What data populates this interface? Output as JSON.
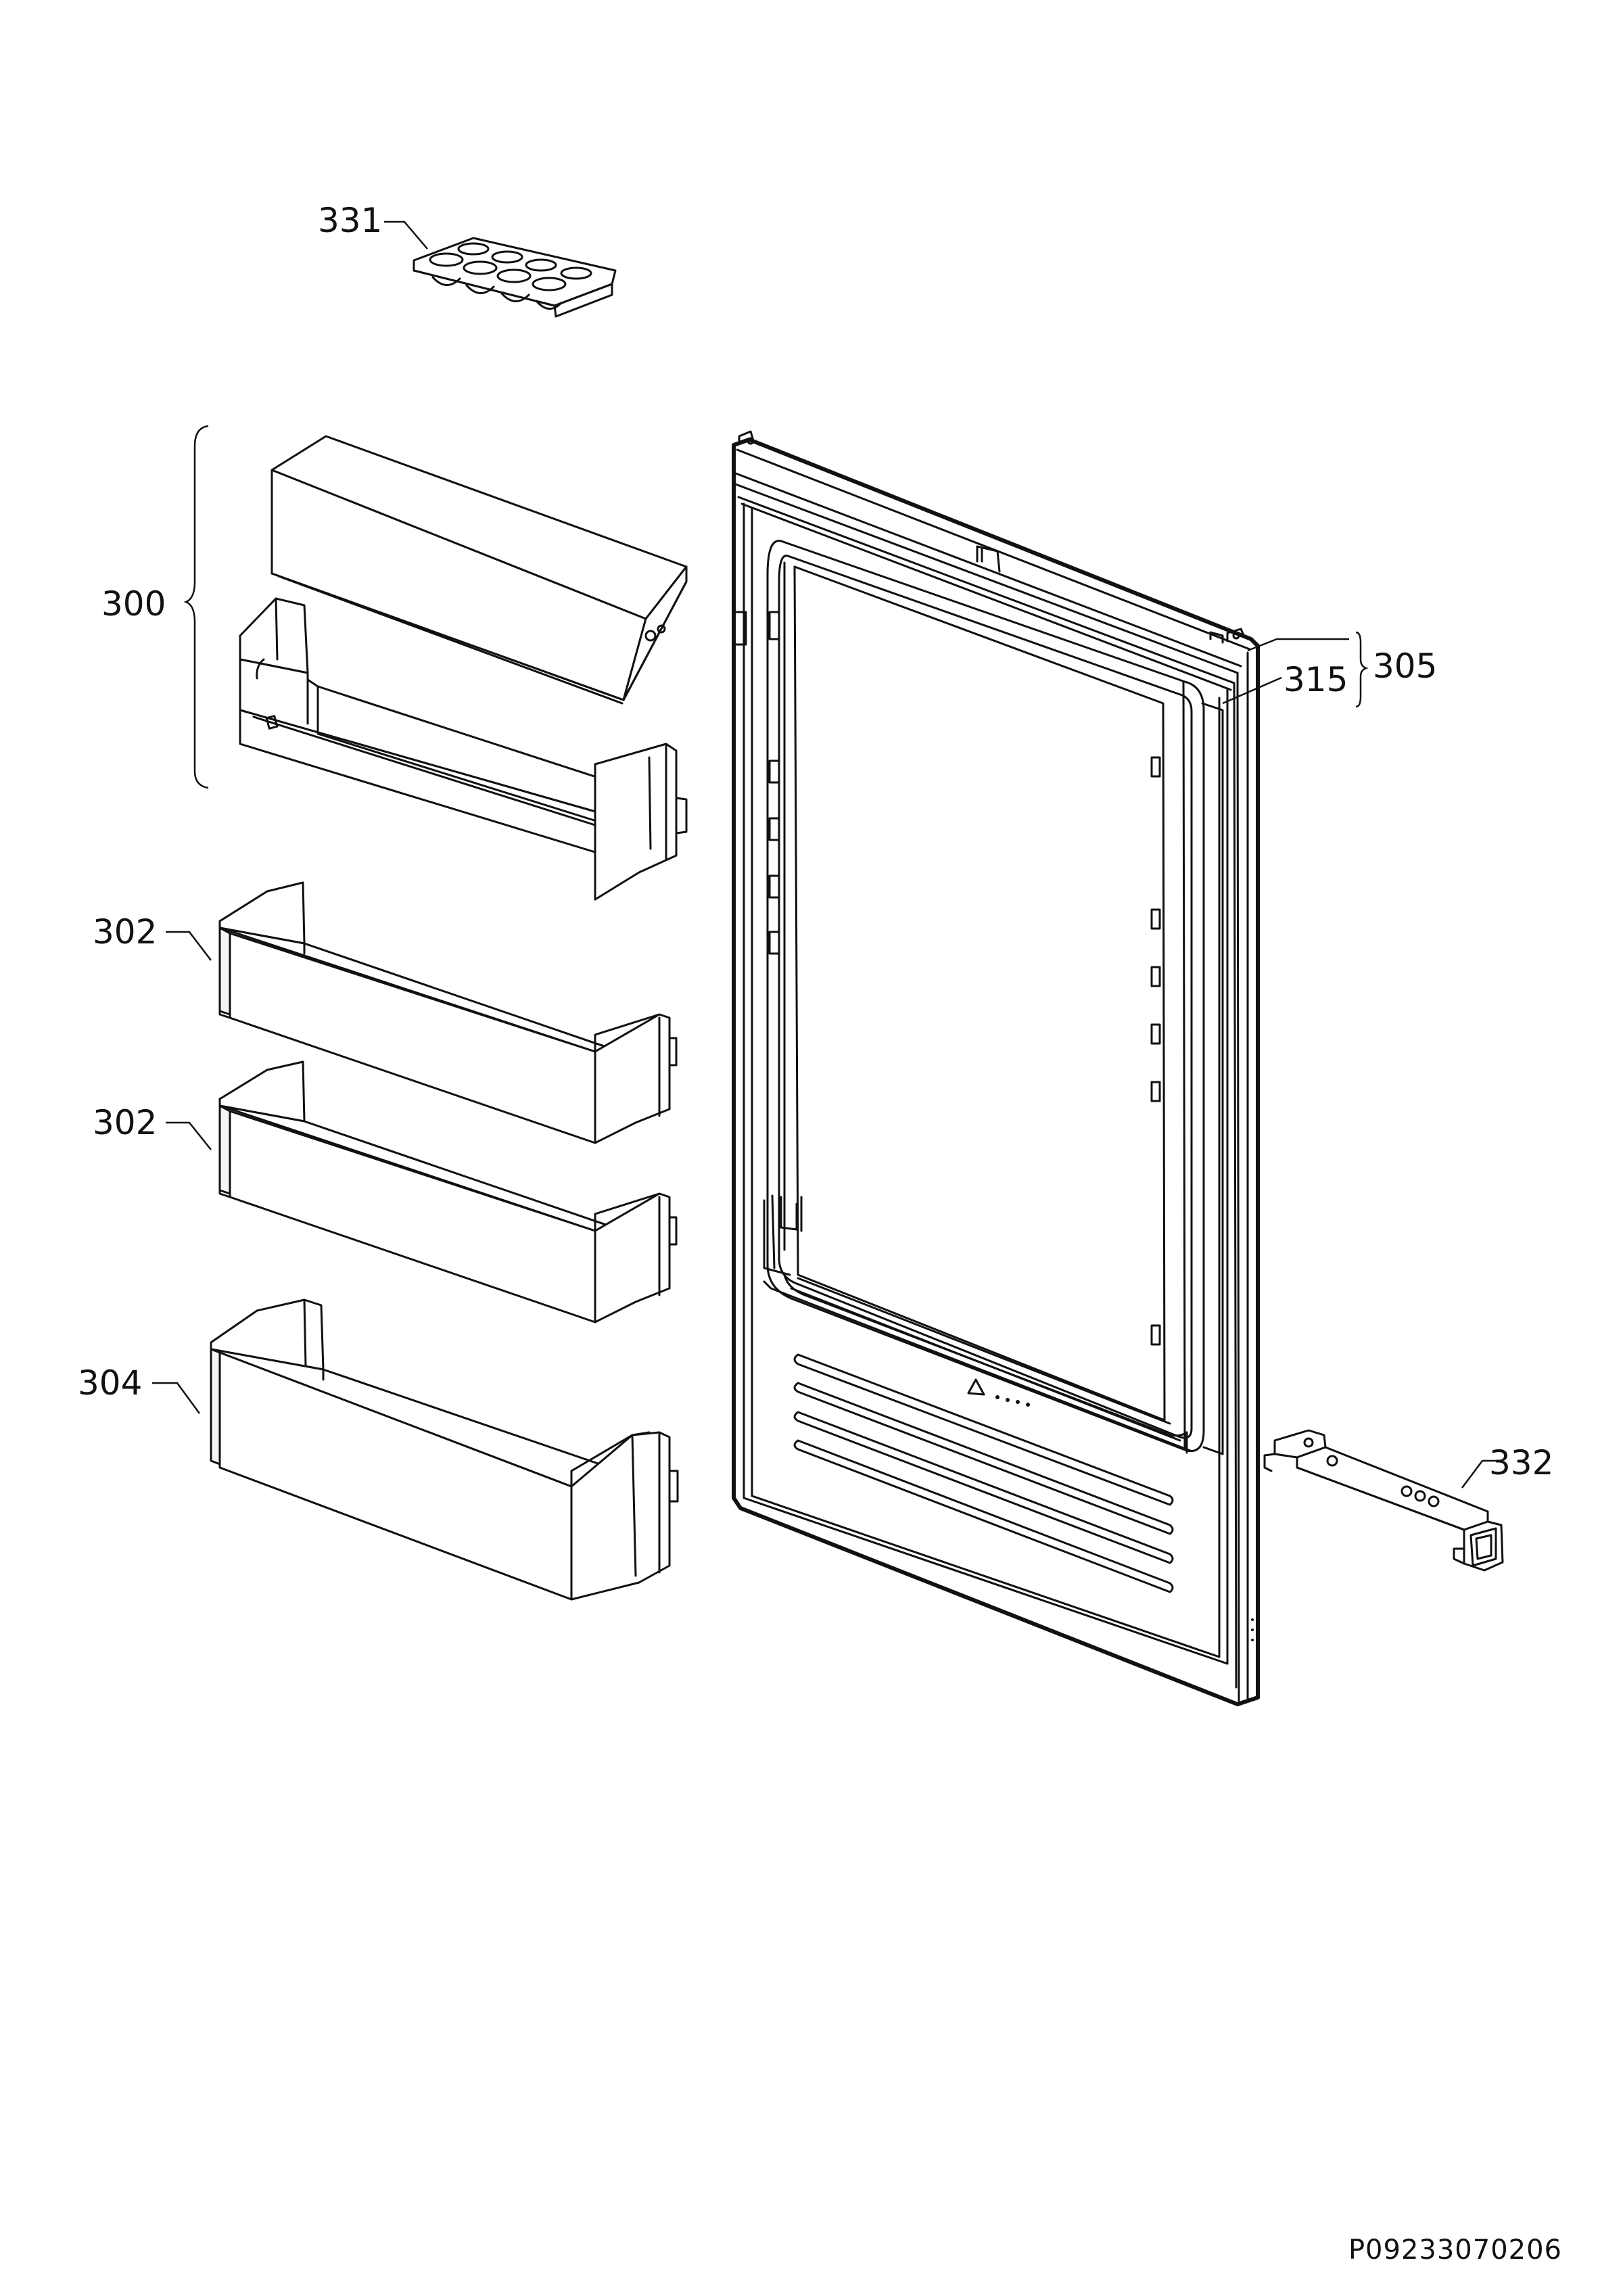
{
  "diagram": {
    "drawing_code": "P09233070206",
    "labels": {
      "l300": "300",
      "l302a": "302",
      "l302b": "302",
      "l304": "304",
      "l305": "305",
      "l315": "315",
      "l331": "331",
      "l332": "332"
    }
  }
}
